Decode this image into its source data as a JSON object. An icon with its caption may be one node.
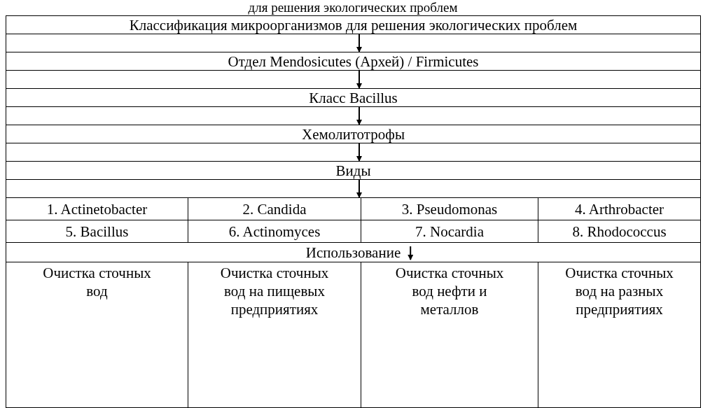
{
  "diagram": {
    "nodes": [
      {
        "text": [
          "Классификация микроорганизмов для решения экологических проблем"
        ]
      },
      {
        "text": [
          "Отдел Mendosicutes (Архей) / Firmicutes"
        ]
      },
      {
        "text": [
          "Класс Bacillus"
        ]
      },
      {
        "text": [
          "Хемолитотрофы"
        ]
      },
      {
        "text": [
          "Виды"
        ]
      },
      {
        "text": [
          "1. Actinetobacter"
        ]
      },
      {
        "text": [
          "2. Candida"
        ]
      },
      {
        "text": [
          "3. Pseudomonas"
        ]
      },
      {
        "text": [
          "4. Arthrobacter"
        ]
      },
      {
        "text": [
          "5. Bacillus"
        ]
      },
      {
        "text": [
          "6. Actinomyces"
        ]
      },
      {
        "text": [
          "7. Nocardia"
        ]
      },
      {
        "text": [
          "8. Rhodococcus"
        ]
      },
      {
        "text": [
          "Использование"
        ]
      },
      {
        "text": [
          "Очистка сточных вод"
        ]
      },
      {
        "text": [
          "Очистка сточных вод на пищевых предприятиях"
        ]
      },
      {
        "text": [
          "Очистка сточных вод нефти и металлов"
        ]
      },
      {
        "text": [
          "Очистка сточных вод на разных предприятиях"
        ]
      }
    ],
    "edges": [
      {
        "from": 0,
        "to": 1,
        "arrow": "to"
      },
      {
        "from": 1,
        "to": 2,
        "arrow": "to"
      },
      {
        "from": 2,
        "to": 3,
        "arrow": "to"
      },
      {
        "from": 3,
        "to": 4,
        "arrow": "to"
      },
      {
        "from": 4,
        "to": 6,
        "arrow": "to"
      }
    ],
    "labels": [
      "для решения экологических проблем"
    ]
  }
}
